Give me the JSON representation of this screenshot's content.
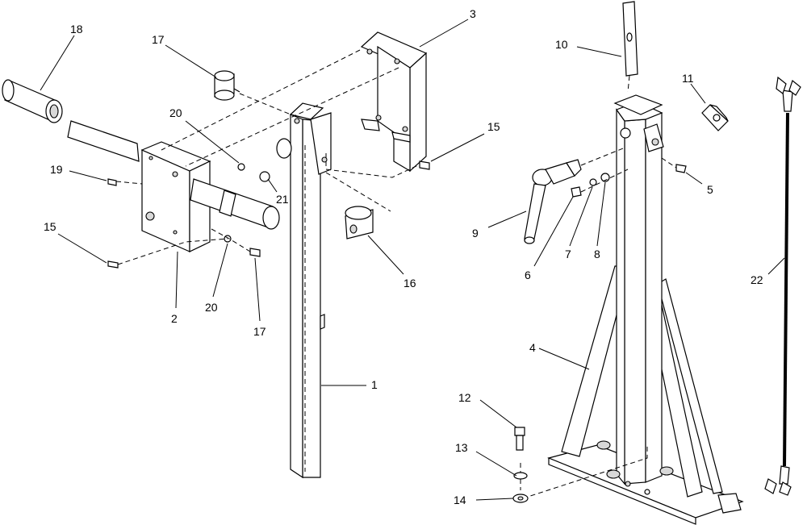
{
  "callouts": [
    {
      "id": "c18",
      "text": "18"
    },
    {
      "id": "c17a",
      "text": "17"
    },
    {
      "id": "c3",
      "text": "3"
    },
    {
      "id": "c10",
      "text": "10"
    },
    {
      "id": "c11",
      "text": "11"
    },
    {
      "id": "c20a",
      "text": "20"
    },
    {
      "id": "c15a",
      "text": "15"
    },
    {
      "id": "c19",
      "text": "19"
    },
    {
      "id": "c21",
      "text": "21"
    },
    {
      "id": "c5",
      "text": "5"
    },
    {
      "id": "c15b",
      "text": "15"
    },
    {
      "id": "c16",
      "text": "16"
    },
    {
      "id": "c9",
      "text": "9"
    },
    {
      "id": "c6",
      "text": "6"
    },
    {
      "id": "c7",
      "text": "7"
    },
    {
      "id": "c8",
      "text": "8"
    },
    {
      "id": "c22",
      "text": "22"
    },
    {
      "id": "c2",
      "text": "2"
    },
    {
      "id": "c20b",
      "text": "20"
    },
    {
      "id": "c17b",
      "text": "17"
    },
    {
      "id": "c4",
      "text": "4"
    },
    {
      "id": "c1",
      "text": "1"
    },
    {
      "id": "c12",
      "text": "12"
    },
    {
      "id": "c13",
      "text": "13"
    },
    {
      "id": "c14",
      "text": "14"
    }
  ]
}
